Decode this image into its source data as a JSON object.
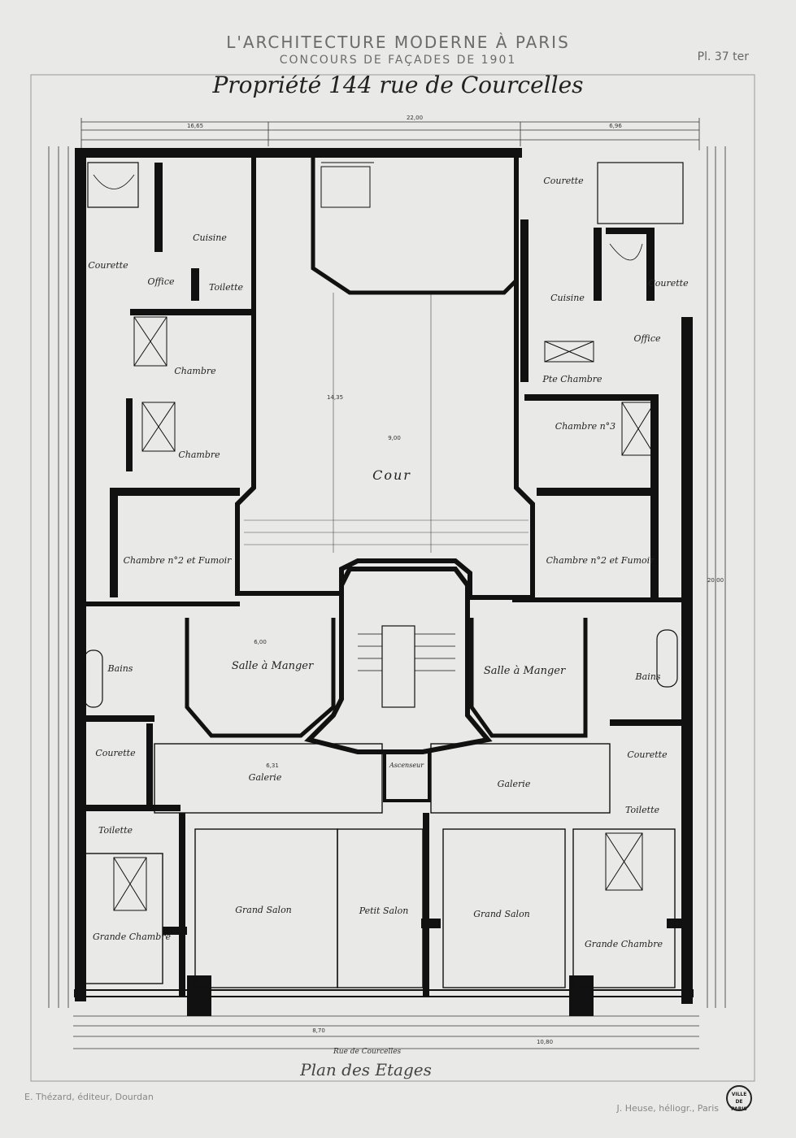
{
  "header": {
    "series_title": "L'ARCHITECTURE MODERNE À PARIS",
    "series_subtitle": "CONCOURS DE FAÇADES DE 1901",
    "plate_number": "Pl. 37 ter",
    "title": "Propriété 144 rue de Courcelles"
  },
  "caption": "Plan des Etages",
  "street_label": "Rue de Courcelles",
  "footer": {
    "publisher": "E. Thézard, éditeur, Dourdan",
    "engraver": "J. Heuse, héliogr., Paris",
    "stamp": "VILLE DE PARIS"
  },
  "rooms": {
    "cour": "Cour",
    "cuisine_left": "Cuisine",
    "office_left": "Office",
    "courette_left": "Courette",
    "toilette_left": "Toilette",
    "chambre_a": "Chambre",
    "chambre_b": "Chambre",
    "chambre_2_left": "Chambre n°2 et Fumoir",
    "bains_left": "Bains",
    "salle_manger_left": "Salle à Manger",
    "courette_mid_left": "Courette",
    "galerie_left": "Galerie",
    "toilette_lower_left": "Toilette",
    "grande_chambre_left": "Grande Chambre",
    "grand_salon_left": "Grand Salon",
    "petit_salon": "Petit Salon",
    "grand_salon_right": "Grand Salon",
    "grande_chambre_right": "Grande Chambre",
    "courette_top_right": "Courette",
    "cuisine_right": "Cuisine",
    "courette_right": "Courette",
    "office_right": "Office",
    "petite_chambre": "Pte Chambre",
    "chambre_3": "Chambre n°3",
    "chambre_2_right": "Chambre n°2 et Fumoir",
    "salle_manger_right": "Salle à Manger",
    "bains_right": "Bains",
    "courette_lower_right": "Courette",
    "galerie_right": "Galerie",
    "toilette_right": "Toilette",
    "ascenseur": "Ascenseur"
  },
  "dimensions": {
    "overall_width": "22,00",
    "top_left": "16,65",
    "top_right": "6,96",
    "courtyard_width": "9,00",
    "courtyard_depth": "14,35",
    "bottom_total": "8,70",
    "bottom_right": "10,80",
    "right_depth": "20,00",
    "galerie": "6,31",
    "salle": "6,00"
  },
  "colors": {
    "paper": "#e9e9e7",
    "ink": "#111111",
    "line": "#333333",
    "faded_header": "#6b6b6b"
  }
}
